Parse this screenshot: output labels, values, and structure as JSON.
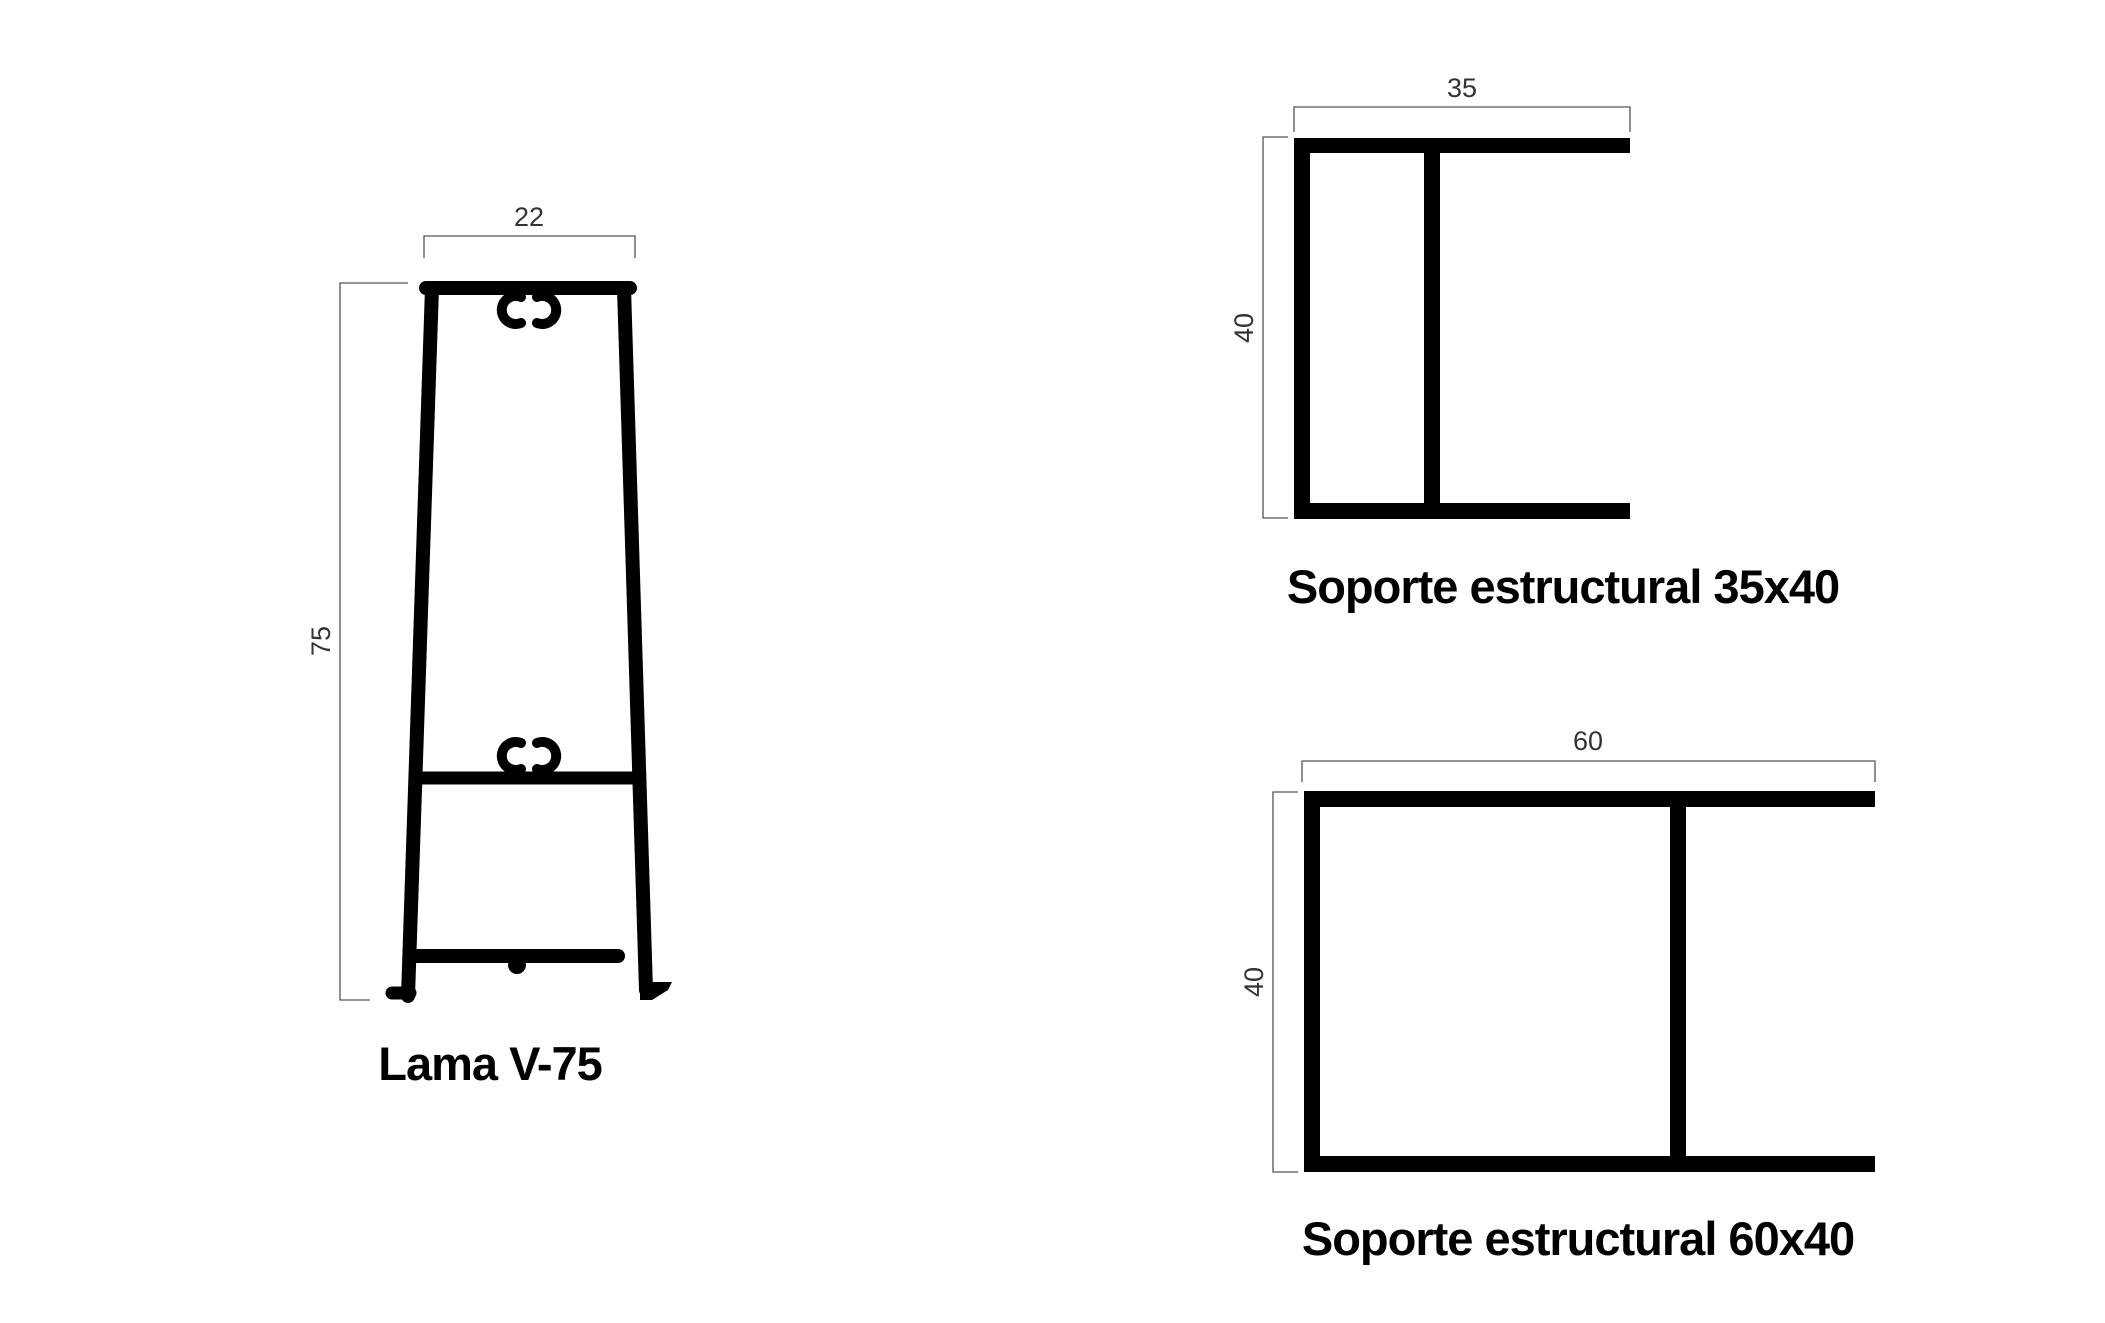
{
  "profiles": {
    "lama": {
      "title": "Lama V-75",
      "width_label": "22",
      "height_label": "75"
    },
    "soporte_small": {
      "title": "Soporte estructural 35x40",
      "width_label": "35",
      "height_label": "40"
    },
    "soporte_large": {
      "title": "Soporte estructural 60x40",
      "width_label": "60",
      "height_label": "40"
    }
  },
  "colors": {
    "profile": "#000000",
    "dimension": "#555555",
    "background": "#ffffff"
  }
}
